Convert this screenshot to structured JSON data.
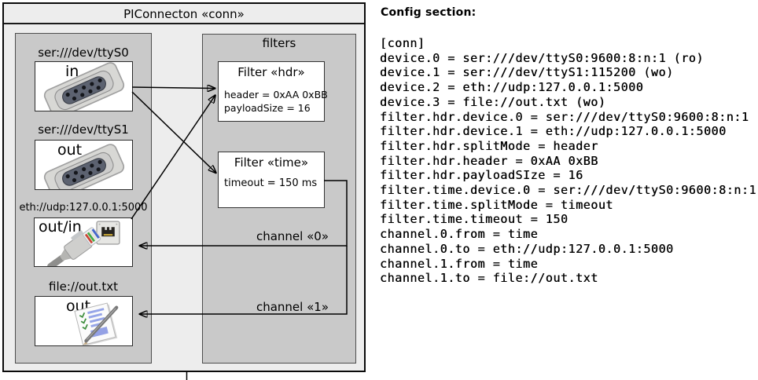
{
  "diagram": {
    "title": "PIConnecton «conn»",
    "colors": {
      "outer_background": "#ededed",
      "group_background": "#c9c9c9",
      "box_background": "#ffffff",
      "line": "#000000"
    },
    "devices_group": {
      "devices": [
        {
          "label": "ser:///dev/ttyS0",
          "mode": "in",
          "icon": "serial-connector-icon"
        },
        {
          "label": "ser:///dev/ttyS1",
          "mode": "out",
          "icon": "serial-connector-icon"
        },
        {
          "label": "eth://udp:127.0.0.1:5000",
          "mode": "out/in",
          "icon": "ethernet-connector-icon"
        },
        {
          "label": "file://out.txt",
          "mode": "out",
          "icon": "notepad-icon"
        }
      ]
    },
    "filters_group": {
      "title": "filters",
      "filters": [
        {
          "title": "Filter «hdr»",
          "lines": [
            "header = 0xAA 0xBB",
            "payloadSize = 16"
          ]
        },
        {
          "title": "Filter «time»",
          "lines": [
            "timeout = 150 ms"
          ]
        }
      ]
    },
    "channels": [
      {
        "label": "channel «0»"
      },
      {
        "label": "channel «1»"
      }
    ]
  },
  "config": {
    "heading": "Config section:",
    "lines": [
      "[conn]",
      "device.0 = ser:///dev/ttyS0:9600:8:n:1 (ro)",
      "device.1 = ser:///dev/ttyS1:115200 (wo)",
      "device.2 = eth://udp:127.0.0.1:5000",
      "device.3 = file://out.txt (wo)",
      "filter.hdr.device.0 = ser:///dev/ttyS0:9600:8:n:1",
      "filter.hdr.device.1 = eth://udp:127.0.0.1:5000",
      "filter.hdr.splitMode = header",
      "filter.hdr.header = 0xAA 0xBB",
      "filter.hdr.payloadSIze = 16",
      "filter.time.device.0 = ser:///dev/ttyS0:9600:8:n:1",
      "filter.time.splitMode = timeout",
      "filter.time.timeout = 150",
      "channel.0.from = time",
      "channel.0.to = eth://udp:127.0.0.1:5000",
      "channel.1.from = time",
      "channel.1.to = file://out.txt"
    ]
  }
}
